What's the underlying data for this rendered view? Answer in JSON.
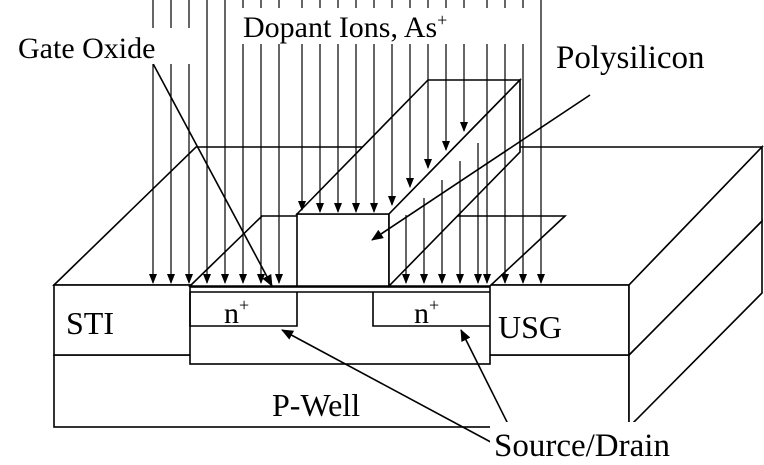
{
  "diagram": {
    "labels": {
      "gate_oxide": "Gate Oxide",
      "dopant_ions": "Dopant Ions, As",
      "dopant_ions_sup": "+",
      "polysilicon": "Polysilicon",
      "sti": "STI",
      "n_plus_left": "n",
      "n_plus_left_sup": "+",
      "n_plus_right": "n",
      "n_plus_right_sup": "+",
      "usg": "USG",
      "p_well": "P-Well",
      "source_drain": "Source/Drain"
    }
  }
}
